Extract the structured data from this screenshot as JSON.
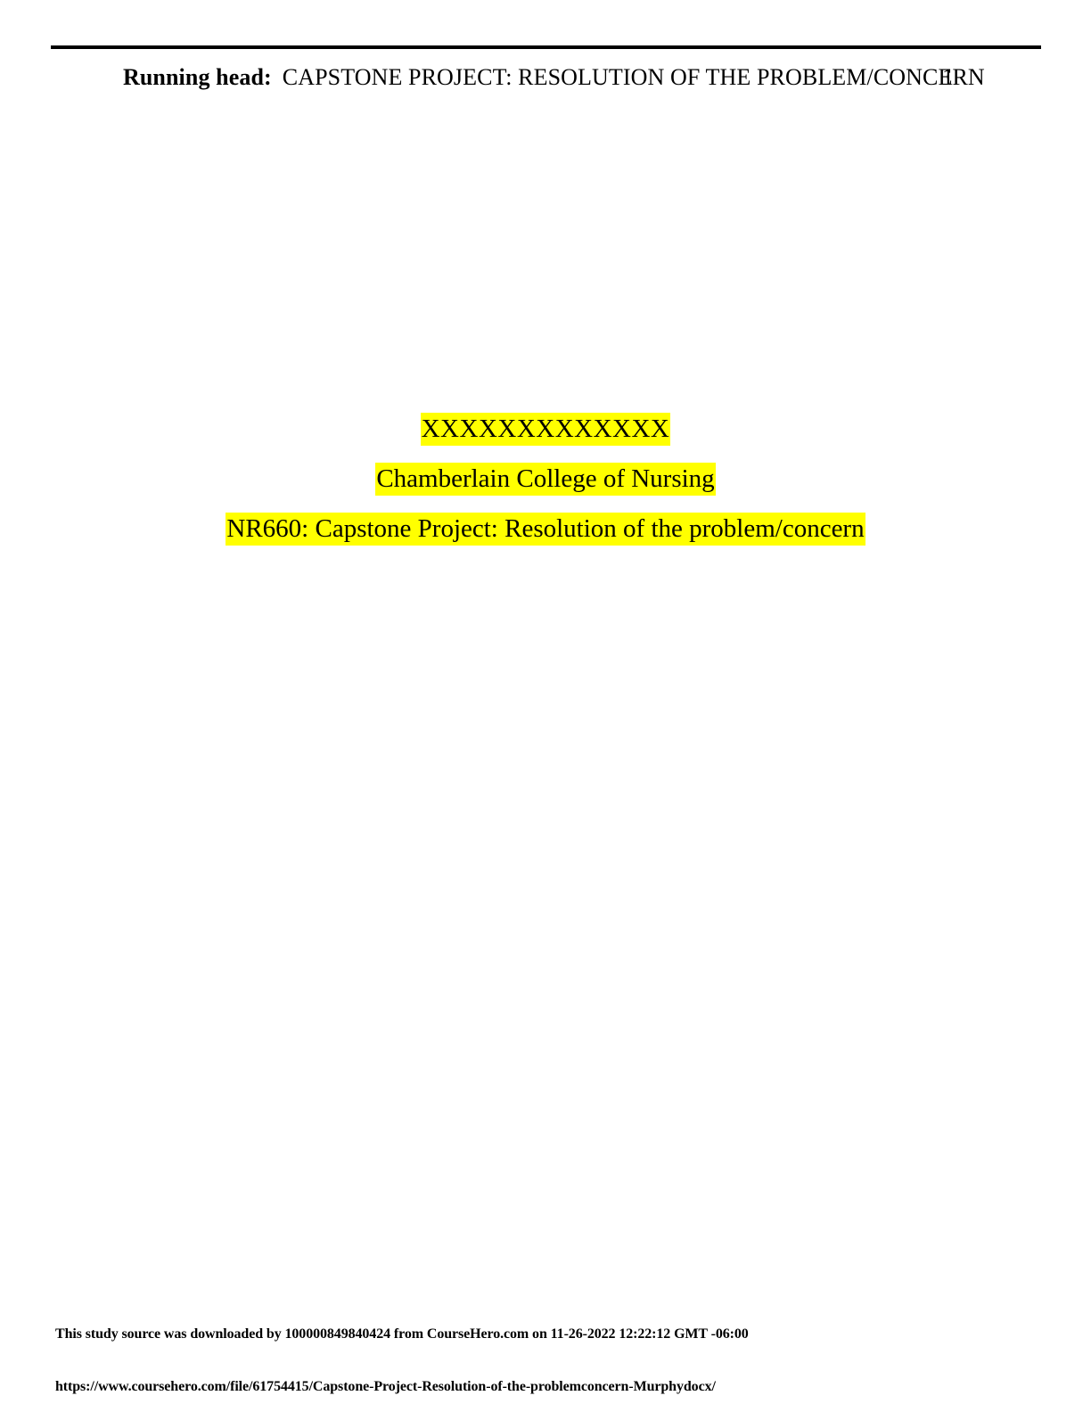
{
  "document": {
    "page_background": "#ffffff",
    "text_color": "#000000",
    "highlight_color": "#ffff00"
  },
  "header": {
    "running_head_label": "Running head:",
    "running_head_title": "CAPSTONE PROJECT: RESOLUTION OF THE PROBLEM/CONCERN",
    "page_number": "1"
  },
  "title_page": {
    "author": "XXXXXXXXXXXXX",
    "institution": "Chamberlain College of Nursing",
    "course": "NR660: Capstone Project: Resolution of the problem/concern"
  },
  "footer": {
    "download_note": "This study source was downloaded by 100000849840424 from CourseHero.com on 11-26-2022 12:22:12 GMT -06:00",
    "source_url": "https://www.coursehero.com/file/61754415/Capstone-Project-Resolution-of-the-problemconcern-Murphydocx/"
  }
}
